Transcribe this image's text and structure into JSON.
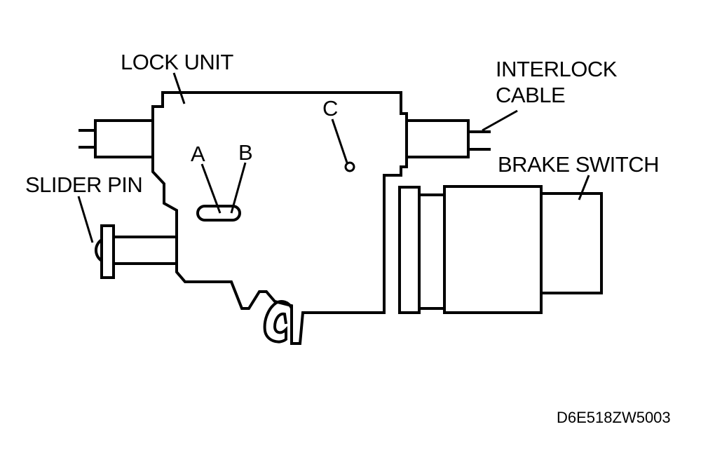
{
  "labels": {
    "lock_unit": "LOCK UNIT",
    "interlock_line1": "INTERLOCK",
    "interlock_line2": "CABLE",
    "brake_switch": "BRAKE SWITCH",
    "slider_pin": "SLIDER PIN",
    "point_a": "A",
    "point_b": "B",
    "point_c": "C"
  },
  "figure_code": "D6E518ZW5003",
  "colors": {
    "ink": "#000000",
    "paper": "#ffffff"
  }
}
